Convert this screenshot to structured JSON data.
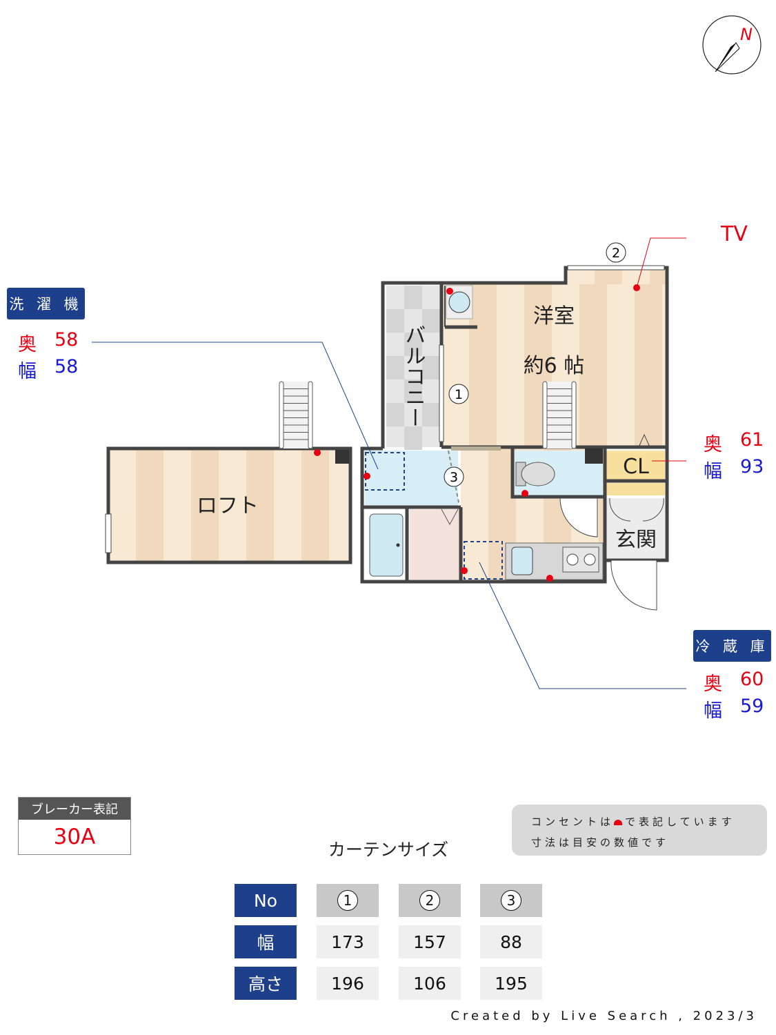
{
  "compass": {
    "label": "N",
    "icon": "north-arrow-icon"
  },
  "rooms": {
    "western": "洋室",
    "western_size": "約6 帖",
    "balcony": "バルコニー",
    "loft": "ロフト",
    "closet": "CL",
    "entrance": "玄関"
  },
  "curtain_markers": [
    "1",
    "2",
    "3"
  ],
  "tv": {
    "label": "TV"
  },
  "washer": {
    "title": "洗 濯 機",
    "depth_label": "奥",
    "depth": "58",
    "width_label": "幅",
    "width": "58"
  },
  "closet_dims": {
    "depth_label": "奥",
    "depth": "61",
    "width_label": "幅",
    "width": "93"
  },
  "fridge": {
    "title": "冷 蔵 庫",
    "depth_label": "奥",
    "depth": "60",
    "width_label": "幅",
    "width": "59"
  },
  "breaker": {
    "label": "ブレーカー表記",
    "value": "30A"
  },
  "note": {
    "line1_a": "コンセントは",
    "line1_b": "で表記しています",
    "line2": "寸法は目安の数値です"
  },
  "curtain": {
    "title": "カーテンサイズ",
    "header": [
      "No",
      "1",
      "2",
      "3"
    ],
    "rows": [
      {
        "label": "幅",
        "values": [
          "173",
          "157",
          "88"
        ]
      },
      {
        "label": "高さ",
        "values": [
          "196",
          "106",
          "195"
        ]
      }
    ]
  },
  "footer": "Created by Live Search , 2023/3",
  "colors": {
    "navy": "#1e3f8a",
    "outlet": "#e60012",
    "wall": "#444444",
    "floor_light": "#f7e9d3",
    "floor_dark": "#f0d9bd"
  }
}
